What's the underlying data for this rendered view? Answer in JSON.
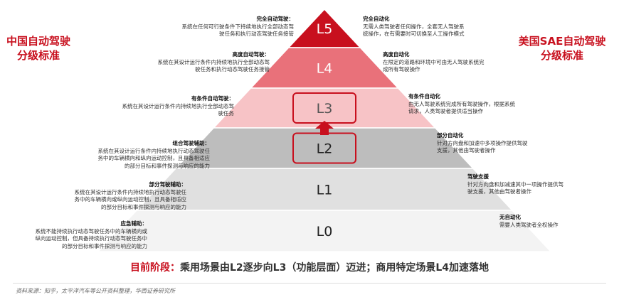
{
  "left_title": [
    "中国自动驾驶",
    "分级标准"
  ],
  "right_title": [
    "美国SAE自动驾驶",
    "分级标准"
  ],
  "levels": [
    {
      "label": "L5",
      "fill": "#c8101e",
      "text_color": "#ffffff",
      "cn_title": "完全自动驾驶：",
      "cn_desc": [
        "系统在任何可行驶条件下持续地执行全部动态驾",
        "驶任务和执行动态驾驶任务接管"
      ],
      "us_title": "完全自动化",
      "us_desc": [
        "无需人类驾驶者任何操作，全套无人驾驶系",
        "统操作，在有需要时可切换至人工操作模式"
      ]
    },
    {
      "label": "L4",
      "fill": "#e9717a",
      "text_color": "#ffffff",
      "cn_title": "高度自动驾驶：",
      "cn_desc": [
        "系统在其设计运行条件内持续地执行全部动态驾",
        "驶任务和执行动态驾驶任务接管"
      ],
      "us_title": "高度自动化",
      "us_desc": [
        "在限定的道路和环境中可由无人驾驶系统完",
        "成所有驾驶操作"
      ]
    },
    {
      "label": "L3",
      "fill": "#f7c3c6",
      "text_color": "#555555",
      "cn_title": "有条件自动驾驶：",
      "cn_desc": [
        "系统在其设计运行条件内持续地执行全部动态驾",
        "驶任务"
      ],
      "us_title": "有条件自动化",
      "us_desc": [
        "由无人驾驶系统完成所有驾驶操作，根据系统",
        "请求，人类驾驶者提供适当操作"
      ]
    },
    {
      "label": "L2",
      "fill": "#bdbdbd",
      "text_color": "#222222",
      "cn_title": "组合驾驶辅助：",
      "cn_desc": [
        "系统在其设计运行条件内持续地执行动态驾驶任",
        "务中的车辆横向和纵向运动控制，且具备相适应",
        "的部分目标和事件探测与响应的能力"
      ],
      "us_title": "部分自动化",
      "us_desc": [
        "针对方向盘和加速中多项操作提供驾驶",
        "支援，其他由驾驶者操作"
      ]
    },
    {
      "label": "L1",
      "fill": "#e0e0e0",
      "text_color": "#222222",
      "cn_title": "部分驾驶辅助：",
      "cn_desc": [
        "系统在其设计运行条件内持续地执行动态驾驶任",
        "务中的车辆横向或纵向运动控制，且具备相适应",
        "的部分目标和事件探测与响应的能力"
      ],
      "us_title": "驾驶支援",
      "us_desc": [
        "针对方向盘和加减速其中一项操作提供驾",
        "驶支援，其他由驾驶者操作"
      ]
    },
    {
      "label": "L0",
      "fill": "#f3f3f3",
      "text_color": "#222222",
      "cn_title": "应急辅助：",
      "cn_desc": [
        "系统不能持续执行动态驾驶任务中的车辆横向或",
        "纵向运动控制，但具备持续执行动态驾驶任务中",
        "的部分目标和事件探测与响应的能力"
      ],
      "us_title": "无自动化",
      "us_desc": [
        "需要人类驾驶者全权操作"
      ]
    }
  ],
  "highlight_levels": [
    "L2",
    "L3"
  ],
  "arrow_color": "#c8101e",
  "accent_color": "#c8101e",
  "bottom_prefix": "目前阶段：",
  "bottom_text": "乘用场景由L2逐步向L3（功能层面）迈进；商用特定场景L4加速落地",
  "source": "资料来源：知乎，太平洋汽车等公开资料整理，华西证券研究所"
}
